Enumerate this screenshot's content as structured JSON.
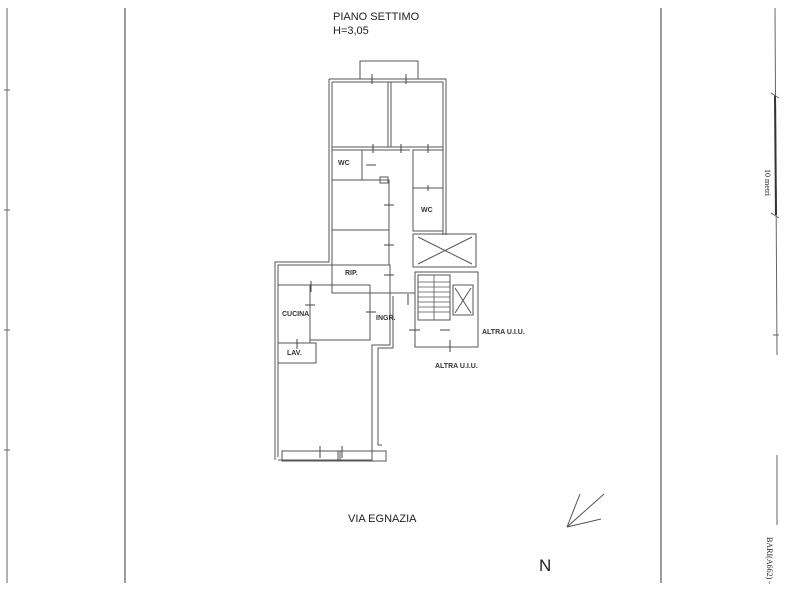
{
  "header": {
    "floor_label": "PIANO SETTIMO",
    "height_label": "H=3,05"
  },
  "rooms": {
    "wc_upper": "WC",
    "wc_right": "WC",
    "ripostiglio": "RIP.",
    "cucina": "CUCINA",
    "ingresso": "INGR.",
    "lavanderia": "LAV.",
    "altra_uiu_right": "ALTRA U.I.U.",
    "altra_uiu_below": "ALTRA U.I.U."
  },
  "street": {
    "name": "VIA EGNAZIA"
  },
  "compass": {
    "north_label": "N"
  },
  "scale": {
    "label": "10 metri"
  },
  "footer": {
    "municipality_code": "BARI(A662) -"
  },
  "colors": {
    "line": "#555555",
    "background": "#ffffff"
  }
}
